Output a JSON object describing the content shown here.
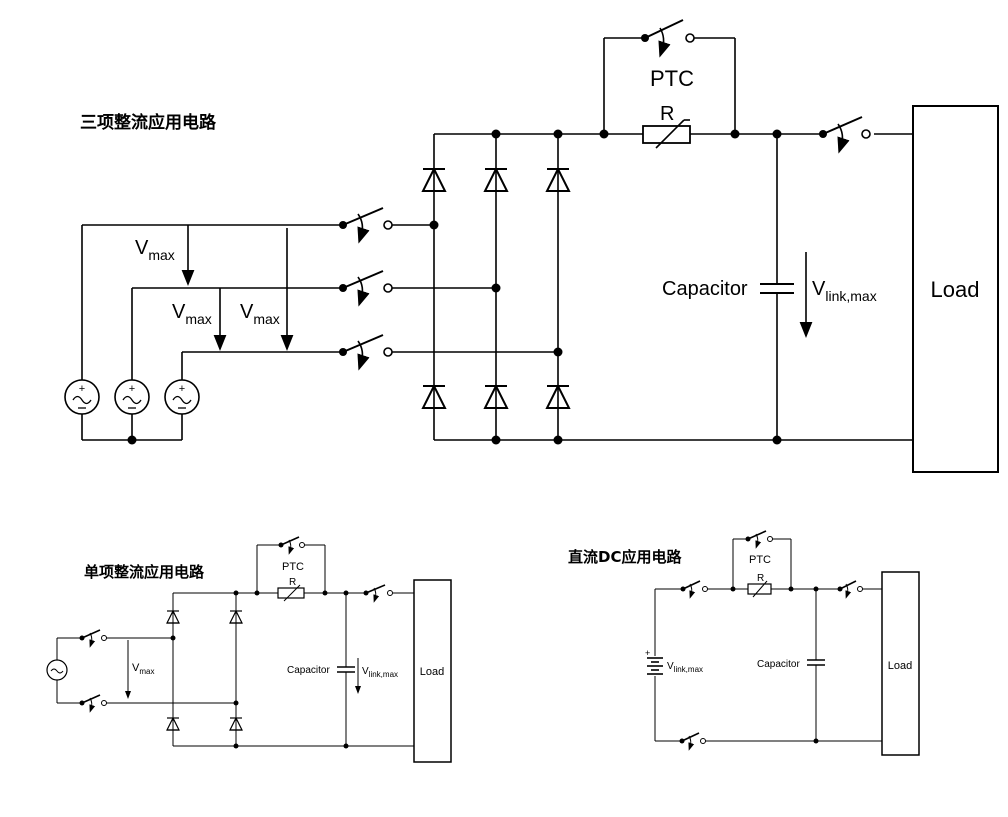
{
  "colors": {
    "line": "#000000",
    "background": "#ffffff"
  },
  "three_phase": {
    "title": "三项整流应用电路",
    "ptc_label": "PTC",
    "resistor_label": "R",
    "capacitor_label": "Capacitor",
    "vlink_main": "V",
    "vlink_sub": "link,max",
    "vmax_main": "V",
    "vmax_sub": "max",
    "load_label": "Load"
  },
  "single_phase": {
    "title": "单项整流应用电路",
    "ptc_label": "PTC",
    "resistor_label": "R",
    "capacitor_label": "Capacitor",
    "vlink_main": "V",
    "vlink_sub": "link,max",
    "vmax_main": "V",
    "vmax_sub": "max",
    "load_label": "Load"
  },
  "dc": {
    "title": "直流DC应用电路",
    "ptc_label": "PTC",
    "resistor_label": "R",
    "capacitor_label": "Capacitor",
    "vlink_main": "V",
    "vlink_sub": "link,max",
    "load_label": "Load"
  }
}
